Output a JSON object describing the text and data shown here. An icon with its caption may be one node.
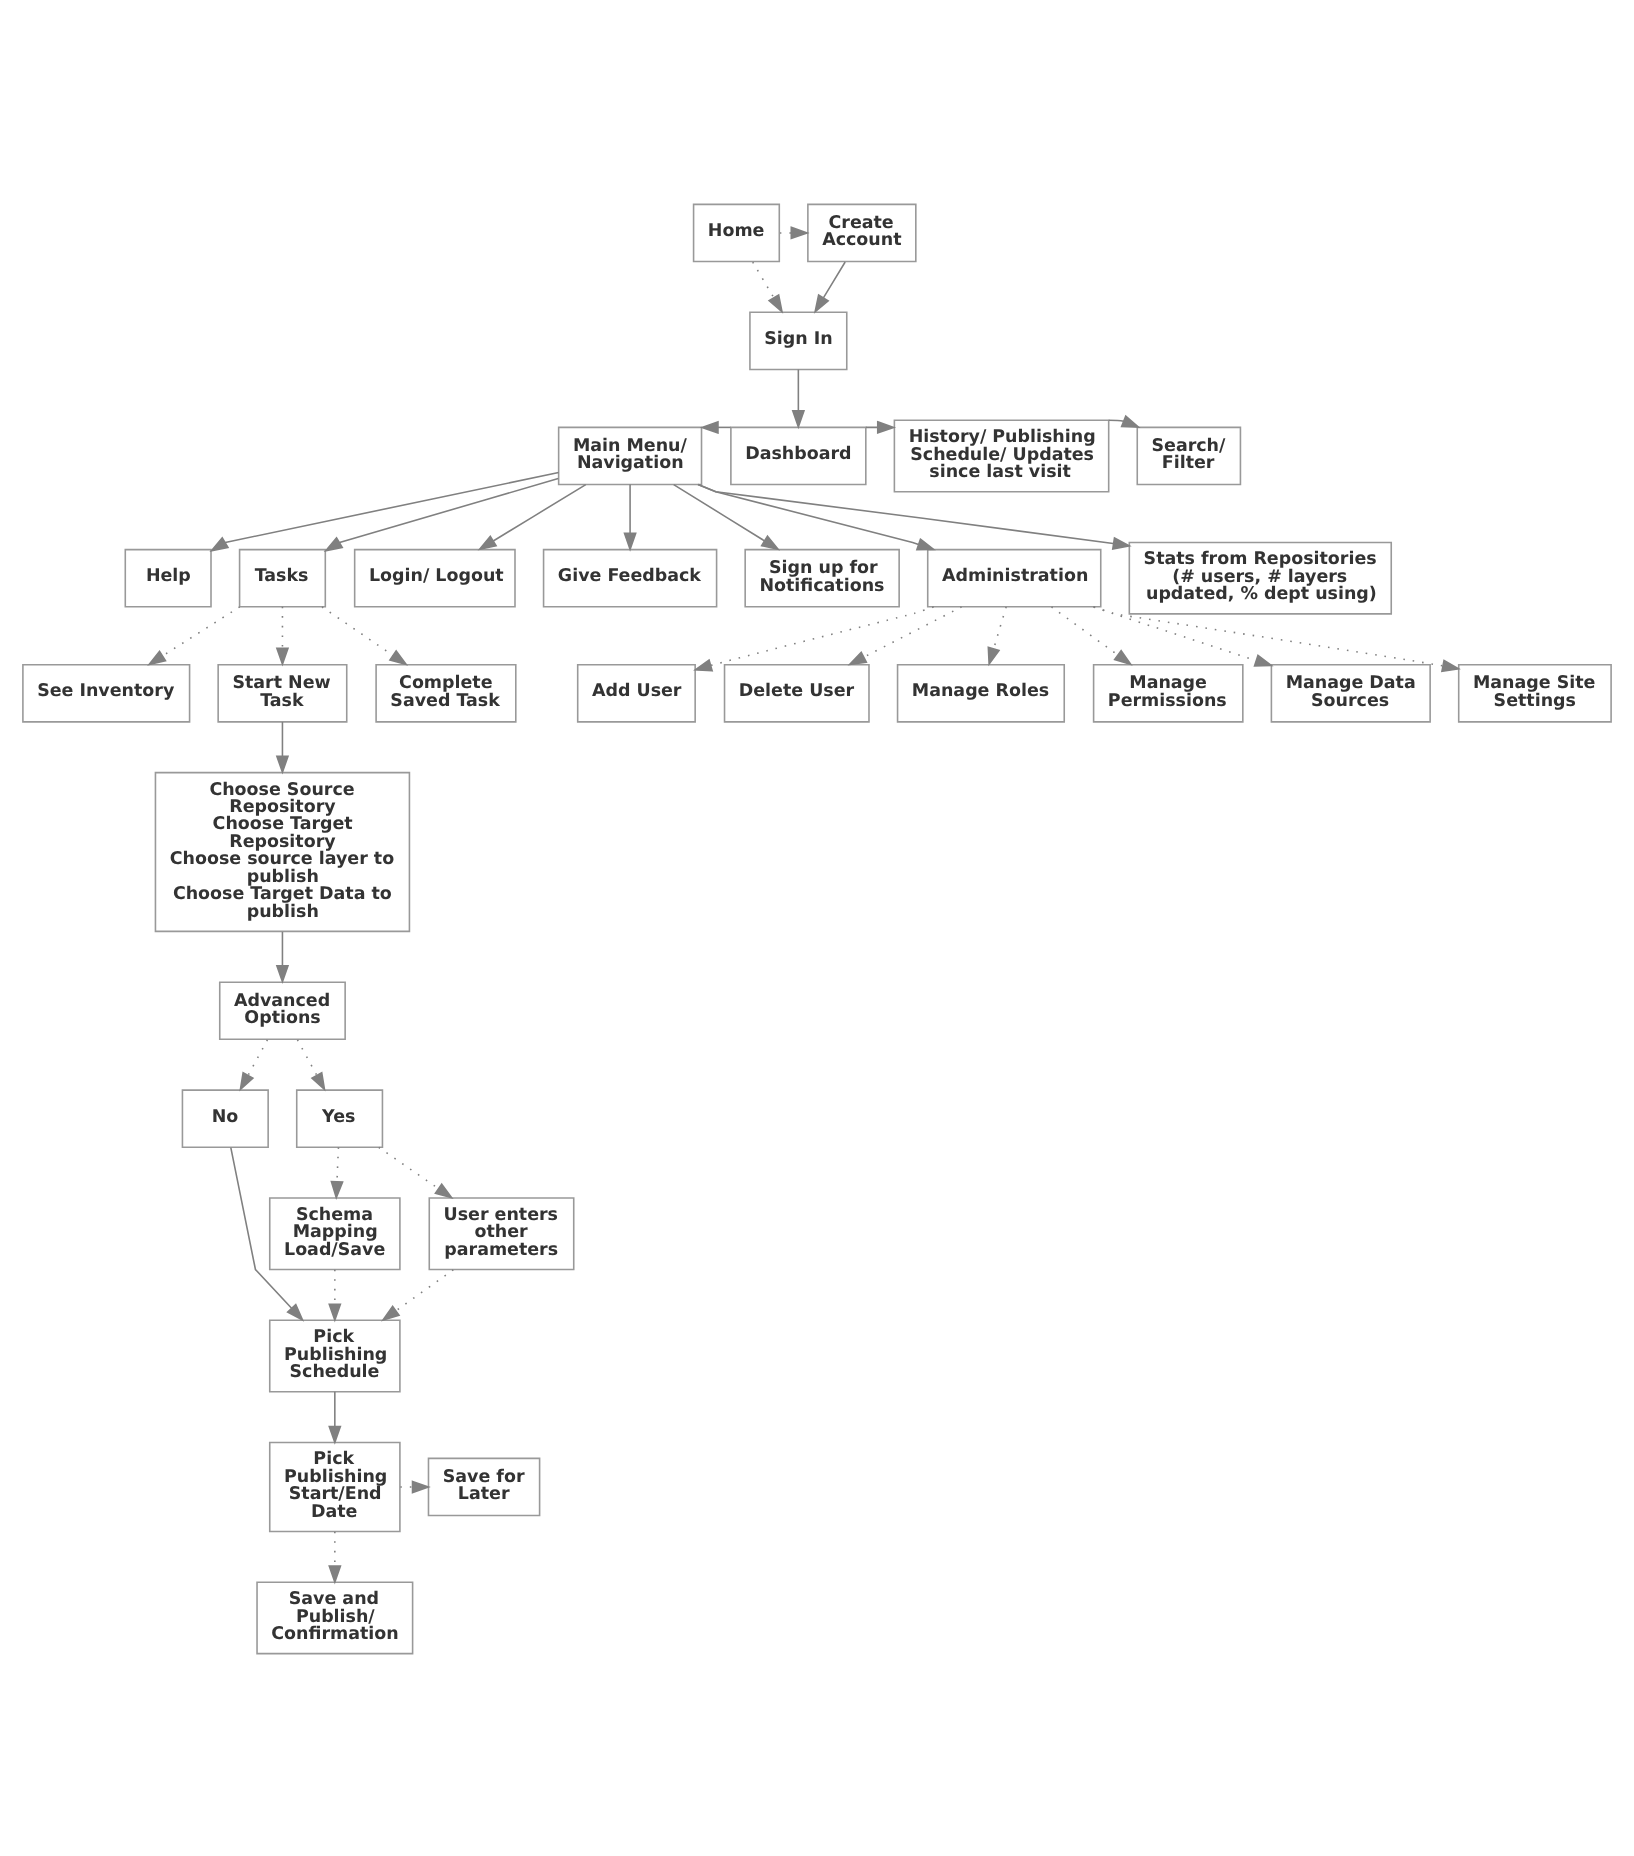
{
  "diagram": {
    "nodes": [
      {
        "text": [
          "Home"
        ]
      },
      {
        "text": [
          "Create Account"
        ]
      },
      {
        "text": [
          "Sign In"
        ]
      },
      {
        "text": [
          "Dashboard"
        ]
      },
      {
        "text": [
          "Main Menu/ Navigation"
        ]
      },
      {
        "text": [
          "History/ Publishing Schedule/ Updates since last visit"
        ]
      },
      {
        "text": [
          "Search/ Filter"
        ]
      },
      {
        "text": [
          "Help"
        ]
      },
      {
        "text": [
          "Tasks"
        ]
      },
      {
        "text": [
          "Login/ Logout"
        ]
      },
      {
        "text": [
          "Give Feedback"
        ]
      },
      {
        "text": [
          "Sign up for Notifications"
        ]
      },
      {
        "text": [
          "Administration"
        ]
      },
      {
        "text": [
          "Stats from Repositories (# users, # layers updated, % dept using)"
        ]
      },
      {
        "text": [
          "See Inventory"
        ]
      },
      {
        "text": [
          "Start New Task"
        ]
      },
      {
        "text": [
          "Complete Saved Task"
        ]
      },
      {
        "text": [
          "Add User"
        ]
      },
      {
        "text": [
          "Delete User"
        ]
      },
      {
        "text": [
          "Manage Roles"
        ]
      },
      {
        "text": [
          "Manage Permissions"
        ]
      },
      {
        "text": [
          "Manage Data Sources"
        ]
      },
      {
        "text": [
          "Manage Site Settings"
        ]
      },
      {
        "text": [
          "Choose Source Repository",
          "Choose Target Repository",
          "Choose source layer to publish",
          "Choose Target Data to publish"
        ]
      },
      {
        "text": [
          "Advanced Options"
        ]
      },
      {
        "text": [
          "No"
        ]
      },
      {
        "text": [
          "Yes"
        ]
      },
      {
        "text": [
          "Schema Mapping Load/Save"
        ]
      },
      {
        "text": [
          "User enters other parameters"
        ]
      },
      {
        "text": [
          "Pick Publishing Schedule"
        ]
      },
      {
        "text": [
          "Pick Publishing Start/End Date"
        ]
      },
      {
        "text": [
          "Save for Later"
        ]
      },
      {
        "text": [
          "Save and Publish/ Confirmation"
        ]
      }
    ],
    "edges": [
      {
        "from": 0,
        "to": 1,
        "arrow": "to",
        "style": "dashed"
      },
      {
        "from": 0,
        "to": 2,
        "arrow": "to",
        "style": "dashed"
      },
      {
        "from": 1,
        "to": 2,
        "arrow": "to"
      },
      {
        "from": 2,
        "to": 3,
        "arrow": "to"
      },
      {
        "from": 3,
        "to": 4,
        "arrow": "to"
      },
      {
        "from": 3,
        "to": 5,
        "arrow": "to"
      },
      {
        "from": 5,
        "to": 6,
        "arrow": "to"
      },
      {
        "from": 4,
        "to": 7,
        "arrow": "to"
      },
      {
        "from": 4,
        "to": 8,
        "arrow": "to"
      },
      {
        "from": 4,
        "to": 9,
        "arrow": "to"
      },
      {
        "from": 4,
        "to": 10,
        "arrow": "to"
      },
      {
        "from": 4,
        "to": 11,
        "arrow": "to"
      },
      {
        "from": 4,
        "to": 12,
        "arrow": "to"
      },
      {
        "from": 4,
        "to": 13,
        "arrow": "to"
      },
      {
        "from": 8,
        "to": 14,
        "arrow": "to",
        "style": "dashed"
      },
      {
        "from": 8,
        "to": 15,
        "arrow": "to",
        "style": "dashed"
      },
      {
        "from": 8,
        "to": 16,
        "arrow": "to",
        "style": "dashed"
      },
      {
        "from": 12,
        "to": 17,
        "arrow": "to",
        "style": "dashed"
      },
      {
        "from": 12,
        "to": 18,
        "arrow": "to",
        "style": "dashed"
      },
      {
        "from": 12,
        "to": 19,
        "arrow": "to",
        "style": "dashed"
      },
      {
        "from": 12,
        "to": 20,
        "arrow": "to",
        "style": "dashed"
      },
      {
        "from": 12,
        "to": 21,
        "arrow": "to",
        "style": "dashed"
      },
      {
        "from": 12,
        "to": 22,
        "arrow": "to",
        "style": "dashed"
      },
      {
        "from": 15,
        "to": 23,
        "arrow": "to"
      },
      {
        "from": 23,
        "to": 24,
        "arrow": "to"
      },
      {
        "from": 24,
        "to": 25,
        "arrow": "to",
        "style": "dashed"
      },
      {
        "from": 24,
        "to": 26,
        "arrow": "to",
        "style": "dashed"
      },
      {
        "from": 26,
        "to": 27,
        "arrow": "to",
        "style": "dashed"
      },
      {
        "from": 26,
        "to": 28,
        "arrow": "to",
        "style": "dashed"
      },
      {
        "from": 27,
        "to": 29,
        "arrow": "to",
        "style": "dashed"
      },
      {
        "from": 28,
        "to": 29,
        "arrow": "to",
        "style": "dashed"
      },
      {
        "from": 25,
        "to": 29,
        "arrow": "to"
      },
      {
        "from": 29,
        "to": 30,
        "arrow": "to"
      },
      {
        "from": 30,
        "to": 31,
        "arrow": "to",
        "style": "dashed"
      },
      {
        "from": 30,
        "to": 32,
        "arrow": "to",
        "style": "dashed"
      }
    ]
  }
}
